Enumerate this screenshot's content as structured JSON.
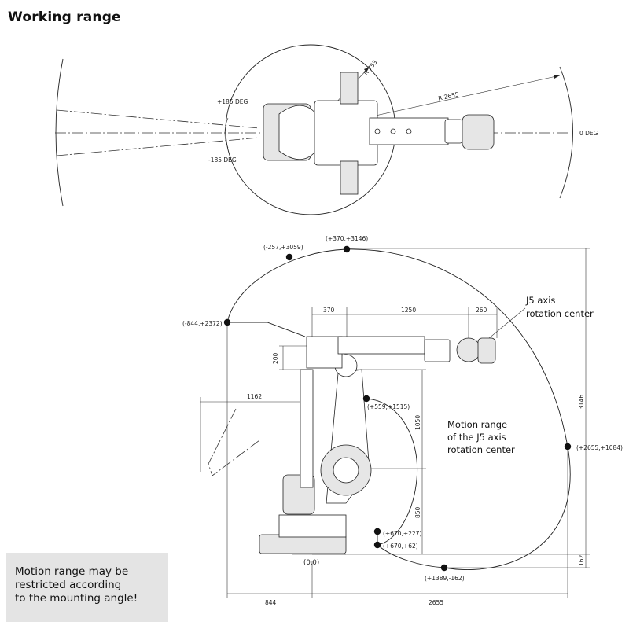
{
  "title": "Working range",
  "top_view": {
    "radius_small": "R 753",
    "radius_large": "R 2655",
    "angle_pos": "+185 DEG",
    "angle_neg": "-185 DEG",
    "angle_zero": "0 DEG"
  },
  "side_view": {
    "points": {
      "p1": "(+370,+3146)",
      "p2": "(-257,+3059)",
      "p3": "(-844,+2372)",
      "p4": "(+559,+1515)",
      "p5": "(+2655,+1084)",
      "p6": "(+670,+227)",
      "p7": "(+670,+62)",
      "p8": "(+1389,-162)",
      "origin": "(0,0)"
    },
    "dims": {
      "d370": "370",
      "d1250": "1250",
      "d260": "260",
      "d200": "200",
      "d1162": "1162",
      "d1050": "1050",
      "d850": "850",
      "d3146": "3146",
      "d162": "162",
      "d844": "844",
      "d2655": "2655"
    },
    "j5_label": [
      "J5 axis",
      "rotation center"
    ],
    "motion_label": [
      "Motion range",
      "of the J5 axis",
      "rotation center"
    ]
  },
  "note": [
    "Motion range may be",
    "restricted according",
    "to the mounting angle!"
  ]
}
